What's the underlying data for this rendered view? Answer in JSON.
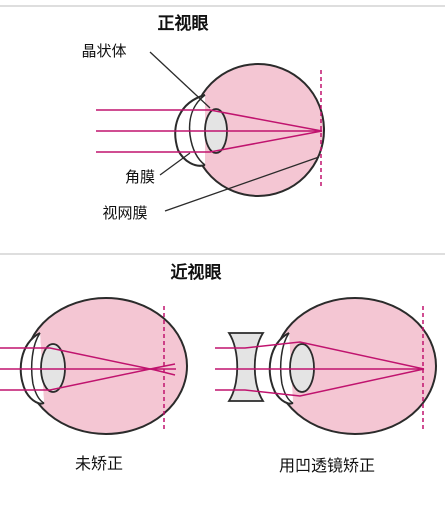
{
  "top_section": {
    "title": "正视眼",
    "labels": {
      "lens": "晶状体",
      "cornea": "角膜",
      "retina": "视网膜"
    }
  },
  "bottom_section": {
    "title": "近视眼",
    "caption_left": "未矫正",
    "caption_right": "用凹透镜矫正"
  },
  "colors": {
    "eyeball_fill": "#f4c6d3",
    "eye_outline": "#2b2b2b",
    "lens_fill": "#e4e4e4",
    "light_ray": "#c0136e",
    "retina_dashed": "#c0136e",
    "divider": "#bdbdbd"
  }
}
